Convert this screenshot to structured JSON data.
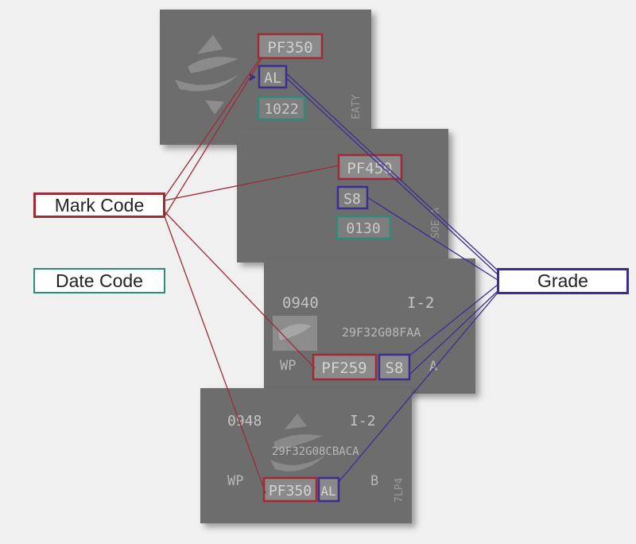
{
  "labels": {
    "mark_code": "Mark Code",
    "date_code": "Date Code",
    "grade": "Grade"
  },
  "colors": {
    "mark": "#9e2b36",
    "date": "#2f8c7c",
    "grade": "#3a2f8f",
    "chip": "#6e6e6e",
    "chip_text": "#c4c4c4",
    "background": "#f0f0f0"
  },
  "chips": [
    {
      "id": "chip-1",
      "mark": "PF350",
      "grade": "AL",
      "date": "1022",
      "side_text": "EATY"
    },
    {
      "id": "chip-2",
      "mark": "PF450",
      "grade": "S8",
      "date": "0130",
      "side_text": "SOE A"
    },
    {
      "id": "chip-3",
      "date": "0940",
      "rev": "I-2",
      "part": "29F32G08FAA",
      "left": "WP",
      "mark": "PF259",
      "grade": "S8",
      "right": "A"
    },
    {
      "id": "chip-4",
      "date": "0948",
      "rev": "I-2",
      "part": "29F32G08CBACA",
      "left": "WP",
      "mark": "PF350",
      "grade": "AL",
      "right": "B",
      "side_text": "7LP4"
    }
  ]
}
